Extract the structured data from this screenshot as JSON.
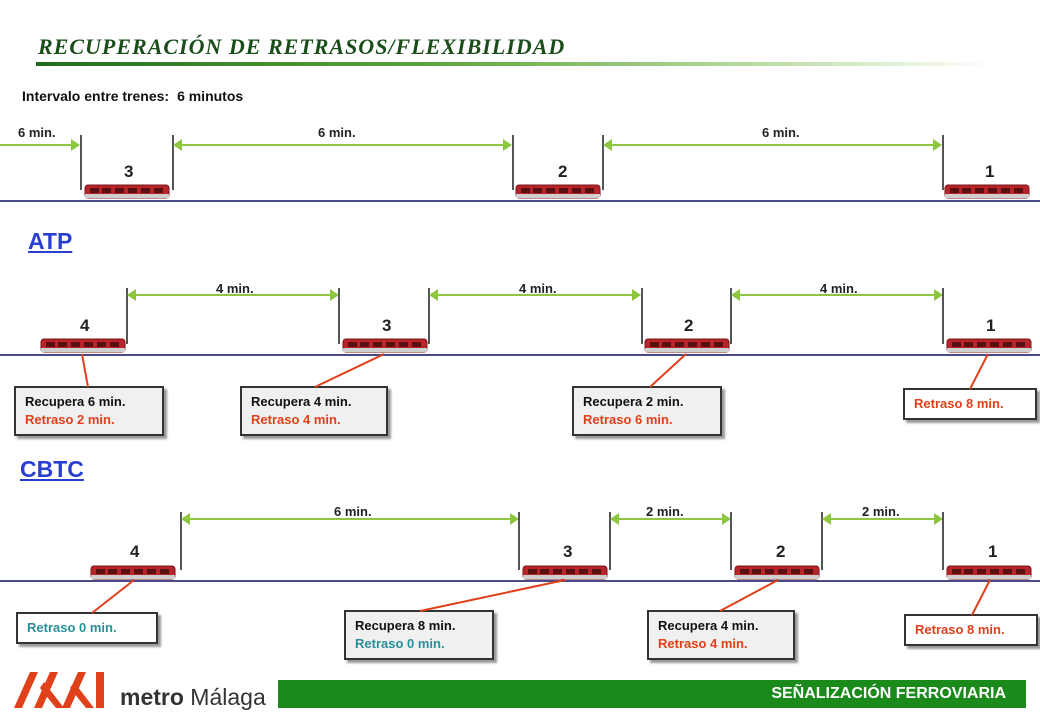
{
  "title": "RECUPERACIÓN DE RETRASOS/FLEXIBILIDAD",
  "interval": {
    "label": "Intervalo entre trenes:",
    "value": "6 minutos"
  },
  "top": {
    "gaps": [
      "6 min.",
      "6 min.",
      "6 min."
    ],
    "trains": [
      "3",
      "2",
      "1"
    ]
  },
  "atp": {
    "heading": "ATP",
    "gaps": [
      "4 min.",
      "4 min.",
      "4 min."
    ],
    "trains": [
      "4",
      "3",
      "2",
      "1"
    ],
    "boxes": [
      {
        "line1": "Recupera 6 min.",
        "line2": "Retraso 2 min."
      },
      {
        "line1": "Recupera 4 min.",
        "line2": "Retraso 4 min."
      },
      {
        "line1": "Recupera 2 min.",
        "line2": "Retraso 6 min."
      },
      {
        "line1": "Retraso 8 min."
      }
    ]
  },
  "cbtc": {
    "heading": "CBTC",
    "gaps": [
      "6 min.",
      "2 min.",
      "2 min."
    ],
    "trains": [
      "4",
      "3",
      "2",
      "1"
    ],
    "boxes": [
      {
        "line1": "Retraso 0 min."
      },
      {
        "line1": "Recupera 8 min.",
        "line2": "Retraso 0 min."
      },
      {
        "line1": "Recupera 4 min.",
        "line2": "Retraso 4 min."
      },
      {
        "line1": "Retraso 8 min."
      }
    ]
  },
  "footer": {
    "brand_bold": "metro",
    "brand_light": "Málaga",
    "band_text": "SEÑALIZACIÓN FERROVIARIA"
  },
  "colors": {
    "green": "#8dc63f",
    "red": "#e0401a",
    "teal": "#2a8f9a",
    "blue": "#2a3fd0",
    "band": "#1a8a1a"
  }
}
